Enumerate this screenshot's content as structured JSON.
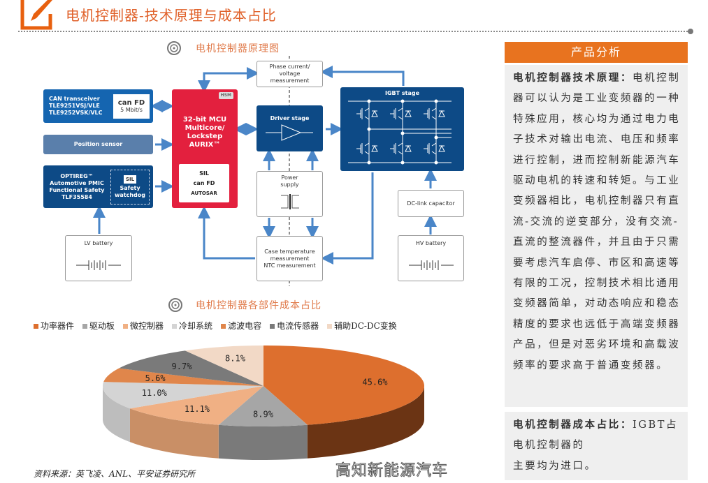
{
  "header": {
    "title": "电机控制器-技术原理与成本占比"
  },
  "diagram": {
    "title": "电机控制器原理图",
    "can": {
      "l1": "CAN transceiver",
      "l2": "TLE9251VSJ/VLE",
      "l3": "TLE9252VSK/VLC",
      "logo": "can FD",
      "speed": "5 Mbit/s"
    },
    "position": "Position sensor",
    "optireg": {
      "l1": "OPTIREG™",
      "l2": "Automotive PMIC",
      "l3": "Functional Safety",
      "l4": "TLF35584",
      "wd1": "Safety",
      "wd2": "watchdog",
      "sil": "SIL"
    },
    "mcu": {
      "hsm": "HSM",
      "l1": "32-bit MCU",
      "l2": "Multicore/",
      "l3": "Lockstep",
      "l4": "AURIX™",
      "sil": "SIL",
      "can": "can FD",
      "autosar": "AUTOSAR"
    },
    "phase": {
      "l1": "Phase current/",
      "l2": "voltage",
      "l3": "measurement"
    },
    "driver": "Driver stage",
    "power": {
      "l1": "Power",
      "l2": "supply"
    },
    "casetemp": {
      "l1": "Case temperature",
      "l2": "measurement",
      "l3": "NTC measurement"
    },
    "igbt": "IGBT stage",
    "dclink": "DC-link capacitor",
    "lv": "LV battery",
    "hv": "HV battery"
  },
  "chart_data": {
    "type": "pie",
    "title": "电机控制器各部件成本占比",
    "categories": [
      "功率器件",
      "驱动板",
      "微控制器",
      "冷却系统",
      "滤波电容",
      "电流传感器",
      "辅助DC-DC变换"
    ],
    "values": [
      45.6,
      8.9,
      11.1,
      11.0,
      5.6,
      9.7,
      8.1
    ],
    "labels": [
      "45.6%",
      "8.9%",
      "11.1%",
      "11.0%",
      "5.6%",
      "9.7%",
      "8.1%"
    ],
    "colors": [
      "#dd6f2e",
      "#a6a6a6",
      "#f0b084",
      "#d4d4d4",
      "#e0864b",
      "#7a7a7a",
      "#f2d9c6"
    ],
    "side_colors": [
      "#6b3414",
      "#7a7a7a",
      "#c98f66",
      "#bdbdbd",
      "#b0623a",
      "#555555",
      "#d8bda8"
    ],
    "legend": "top"
  },
  "source": "资料来源：英飞凌、ANL、平安证券研究所",
  "panel": {
    "header": "产品分析",
    "p1_bold": "电机控制器技术原理：",
    "p1": "电机控制器可以认为是工业变频器的一种特殊应用，核心均为通过电力电子技术对输出电流、电压和频率进行控制，进而控制新能源汽车驱动电机的转速和转矩。与工业变频器相比，电机控制器只有直流-交流的逆变部分，没有交流-直流的整流器件，并且由于只需要考虑汽车启停、市区和高速等有限的工况，控制技术相比通用变频器简单，对动态响应和稳态精度的要求也远低于高端变频器产品，但是对恶劣环境和高载波频率的要求高于普通变频器。",
    "p2_bold": "电机控制器成本占比：",
    "p2a": "IGBT占电机控制器的",
    "p2b": "主要均为进口。"
  },
  "watermark": "高知新能源汽车"
}
